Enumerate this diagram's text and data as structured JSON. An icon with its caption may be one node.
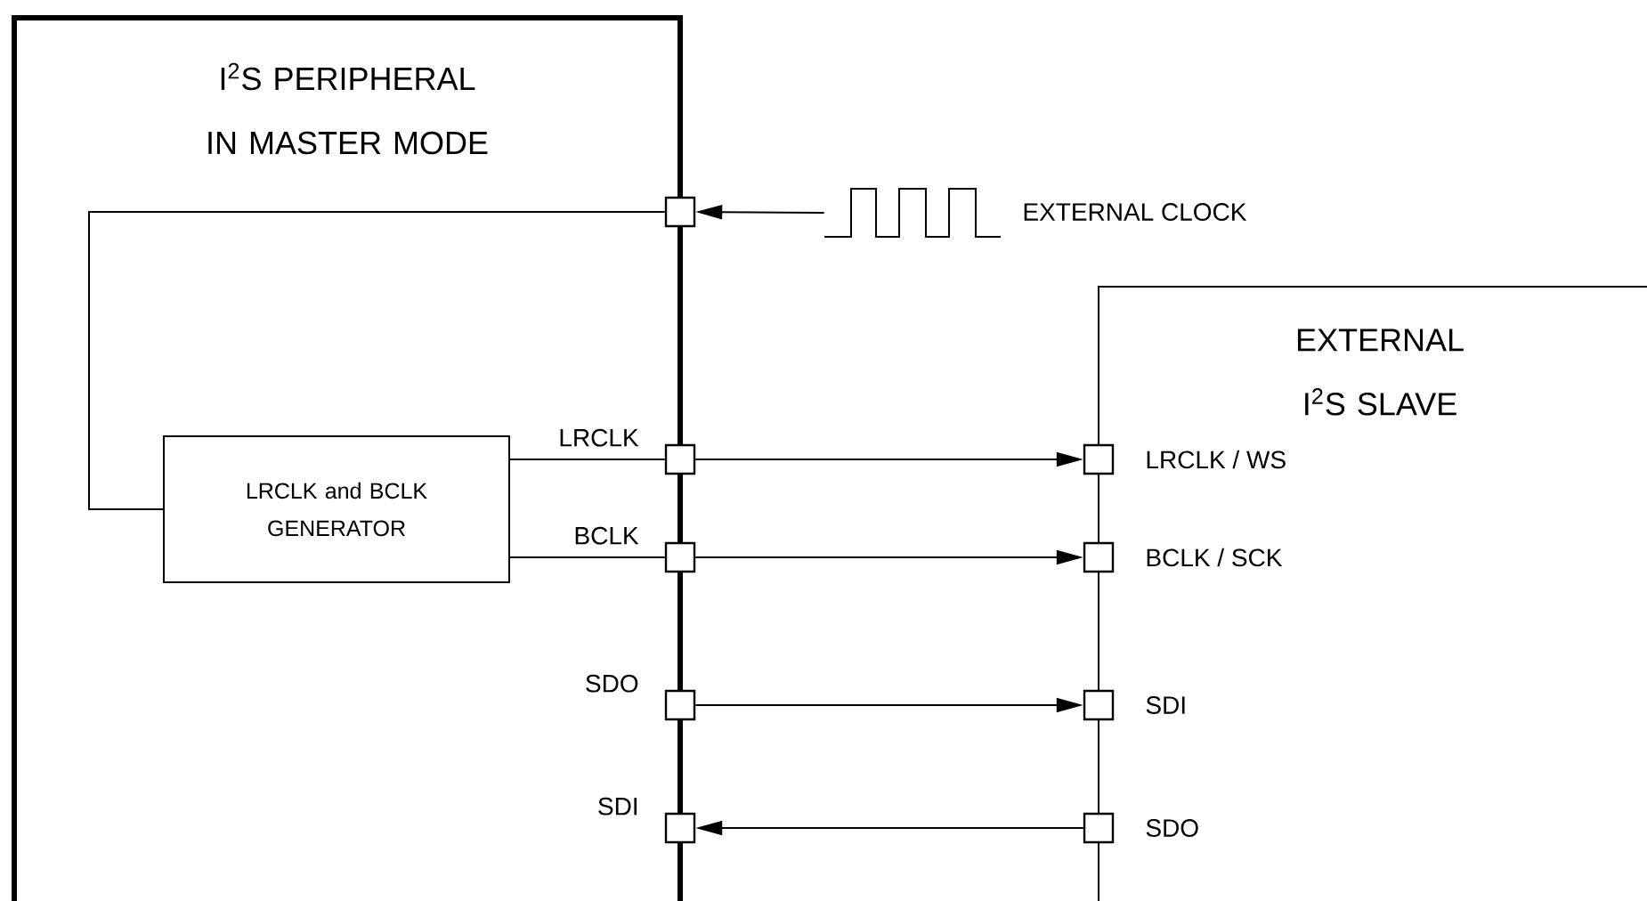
{
  "diagram": {
    "nodes": [
      {
        "text": [
          "I$^{2}$S PERIPHERAL IN MASTER MODE"
        ]
      },
      {
        "text": [
          "LRCLK and BCLK GENERATOR"
        ],
        "in": 0
      },
      {
        "text": [],
        "shape": "box"
      },
      {
        "text": [],
        "shape": "box",
        "beside": [
          "LRCLK"
        ]
      },
      {
        "text": [],
        "shape": "box",
        "beside": [
          "BCLK"
        ]
      },
      {
        "text": [],
        "shape": "box",
        "beside": [
          "SDO"
        ]
      },
      {
        "text": [],
        "shape": "box",
        "beside": [
          "SDI"
        ]
      },
      {
        "text": [
          "EXTERNAL I$^{2}$S SLAVE"
        ]
      },
      {
        "text": [],
        "shape": "box"
      },
      {
        "text": [],
        "shape": "box"
      },
      {
        "text": [],
        "shape": "box"
      },
      {
        "text": [],
        "shape": "box"
      },
      {
        "text": [],
        "shape": "picture",
        "beside": [
          "EXTERNAL CLOCK"
        ]
      }
    ],
    "edges": [
      {
        "from": 12,
        "to": 2,
        "arrow": "to"
      },
      {
        "from": 2,
        "to": 1,
        "arrow": "none"
      },
      {
        "from": 1,
        "to": 3,
        "arrow": "none"
      },
      {
        "from": 1,
        "to": 4,
        "arrow": "none"
      },
      {
        "from": 3,
        "to": 8,
        "arrow": "to"
      },
      {
        "from": 4,
        "to": 9,
        "arrow": "to"
      },
      {
        "from": 5,
        "to": 10,
        "arrow": "to"
      },
      {
        "from": 11,
        "to": 6,
        "arrow": "to"
      }
    ],
    "labels": [
      "LRCLK / WS",
      "BCLK / SCK",
      "SDI",
      "SDO"
    ]
  }
}
